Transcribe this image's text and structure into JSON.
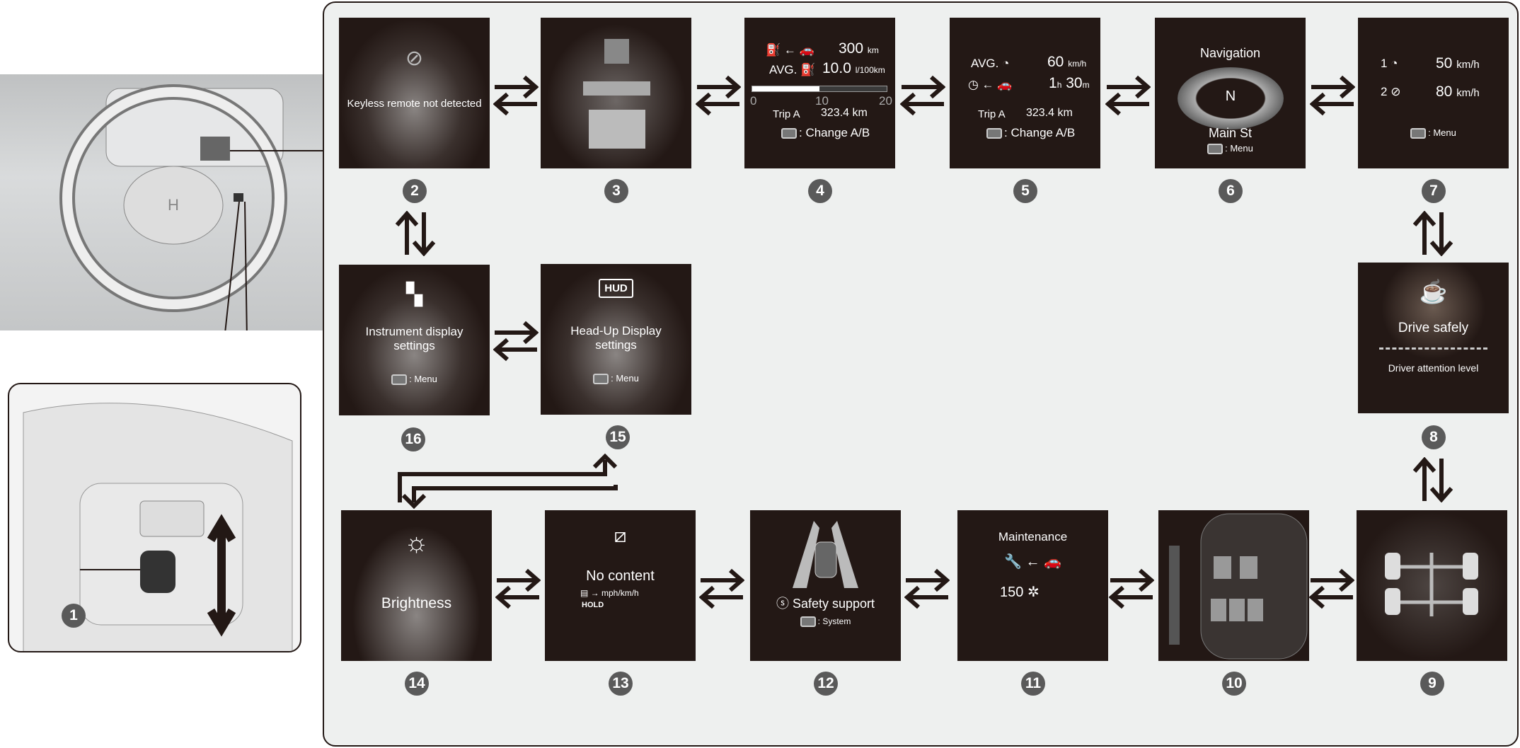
{
  "callouts": [
    "1",
    "2",
    "3",
    "4",
    "5",
    "6",
    "7",
    "8",
    "9",
    "10",
    "11",
    "12",
    "13",
    "14",
    "15",
    "16"
  ],
  "s2": {
    "text": "Keyless remote not detected",
    "icon": "keyless-remote-icon"
  },
  "s4": {
    "range": "300",
    "range_unit": "km",
    "avg": "AVG.",
    "fuel": "10.0",
    "fuel_unit": "l/100km",
    "gauge": {
      "min": "0",
      "mid": "10",
      "max": "20",
      "value": 10
    },
    "trip": "Trip A",
    "trip_val": "323.4 km",
    "hint": ": Change A/B"
  },
  "s5": {
    "avg": "AVG.",
    "speed": "60",
    "speed_unit": "km/h",
    "time_h": "1",
    "h": "h",
    "time_m": "30",
    "m": "m",
    "trip": "Trip A",
    "trip_val": "323.4 km",
    "hint": ": Change A/B"
  },
  "s6": {
    "title": "Navigation",
    "dir": "N",
    "street": "Main St",
    "hint": ": Menu"
  },
  "s7": {
    "b1": "1",
    "v1": "50",
    "b2": "2",
    "v2": "80",
    "unit": "km/h",
    "hint": ": Menu"
  },
  "s8": {
    "title": "Drive safely",
    "sub": "Driver attention level"
  },
  "s11": {
    "title": "Maintenance",
    "value": "150"
  },
  "s12": {
    "title": "Safety support",
    "hint": ": System"
  },
  "s13": {
    "title": "No content",
    "hold": "HOLD",
    "mph": "mph",
    "kmh": "km/h"
  },
  "s14": {
    "title": "Brightness"
  },
  "s15": {
    "badge": "HUD",
    "title": "Head-Up Display settings",
    "hint": ": Menu"
  },
  "s16": {
    "title": "Instrument display settings",
    "hint": ": Menu"
  }
}
